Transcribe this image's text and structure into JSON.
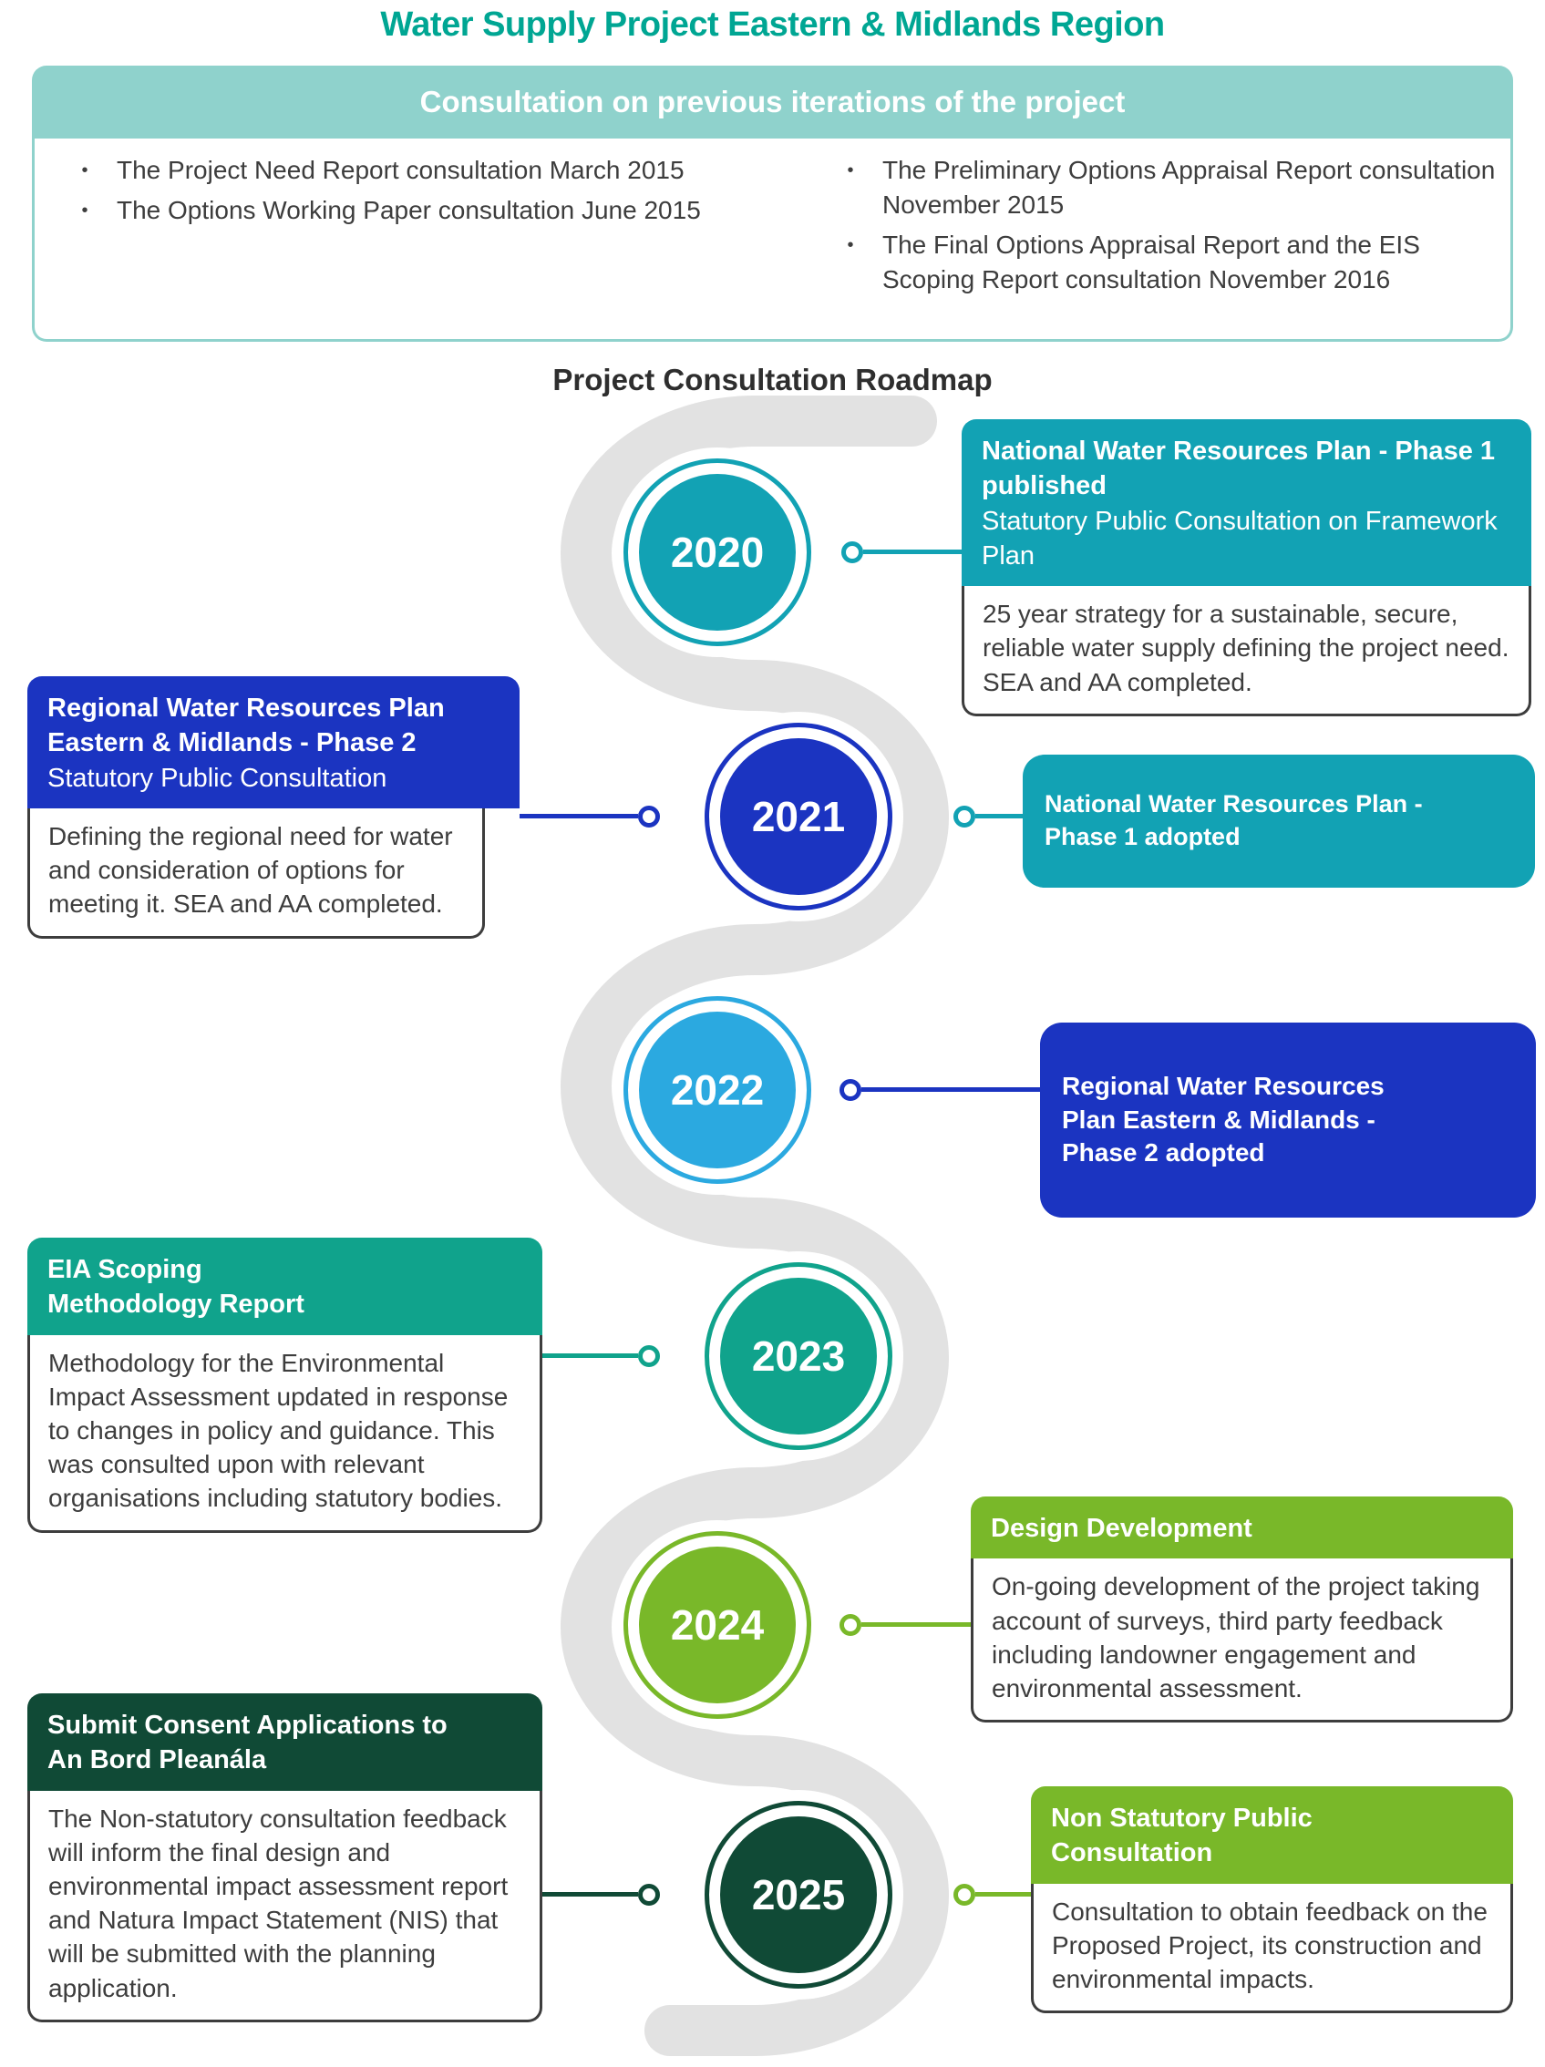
{
  "title": "Water Supply Project Eastern & Midlands Region",
  "consultation": {
    "header": "Consultation on previous iterations of the project",
    "bullet_char": "•",
    "bullets_left": [
      "The Project Need Report consultation March 2015",
      "The Options Working Paper consultation June 2015"
    ],
    "bullets_right": [
      "The Preliminary Options Appraisal Report consultation November 2015",
      "The Final Options Appraisal Report and the EIS Scoping Report consultation November 2016"
    ]
  },
  "roadmap_heading": "Project Consultation Roadmap",
  "colors": {
    "title_teal": "#00A693",
    "light_teal": "#8FD2CC",
    "teal": "#12A2B4",
    "blue": "#1B34C1",
    "light_blue": "#2BA9E0",
    "green_teal": "#10A38C",
    "green": "#79B829",
    "dark_green": "#104A36",
    "road_gray": "#E2E2E2",
    "body_text": "#3d3d3d"
  },
  "milestones": {
    "m2020": {
      "year": "2020",
      "right": {
        "title_bold": "National Water Resources Plan - Phase 1 published",
        "title_rest": "Statutory Public Consultation on Framework Plan",
        "body": "25 year strategy for a sustainable, secure, reliable water supply defining the project need. SEA and AA completed."
      }
    },
    "m2021": {
      "year": "2021",
      "left": {
        "title_bold": "Regional Water Resources Plan Eastern & Midlands - Phase 2",
        "title_rest": " Statutory Public Consultation",
        "body": "Defining the regional need for water and consideration of options for meeting it. SEA and AA completed."
      },
      "right": {
        "text": "National Water Resources Plan - Phase 1 adopted"
      }
    },
    "m2022": {
      "year": "2022",
      "right": {
        "text": "Regional Water Resources Plan Eastern & Midlands - Phase 2 adopted"
      }
    },
    "m2023": {
      "year": "2023",
      "left": {
        "title_bold": "EIA Scoping Methodology Report",
        "body": "Methodology for the Environmental Impact Assessment updated in response to changes in policy and guidance. This was consulted upon with relevant organisations including statutory bodies."
      }
    },
    "m2024": {
      "year": "2024",
      "right": {
        "title_bold": "Design Development",
        "body": "On-going development of the project taking account of surveys, third party feedback including landowner engagement and environmental assessment."
      }
    },
    "m2025": {
      "year": "2025",
      "left": {
        "title_bold": "Submit Consent Applications to An Bord Pleanála",
        "body": "The Non-statutory consultation feedback will inform the final design and environmental impact assessment report and Natura Impact Statement (NIS) that will be submitted with the planning application."
      },
      "right": {
        "title_bold": "Non Statutory Public Consultation",
        "body": "Consultation to obtain feedback on the Proposed Project, its construction and environmental impacts."
      }
    }
  }
}
